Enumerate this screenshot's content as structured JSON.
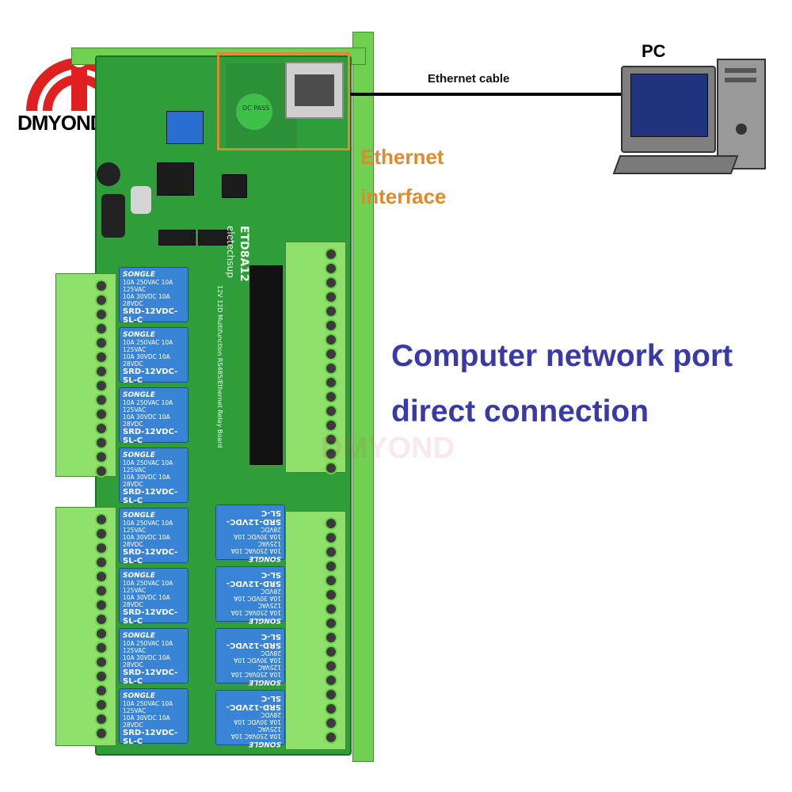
{
  "brand": {
    "logo_text": "DMYOND",
    "watermark_text": "DMYOND",
    "logo_color": "#e02020"
  },
  "board": {
    "model": "ETD8A12",
    "maker": "eletechsup",
    "description": "12V 12D Multifunction RS485/Ethernet Relay Board",
    "relay_brand": "SONGLE",
    "relay_spec_1": "10A 250VAC 10A 125VAC",
    "relay_spec_2": "10A 30VDC 10A 28VDC",
    "relay_model": "SRD-12VDC-SL-C",
    "module_text": "DC PASS"
  },
  "diagram": {
    "pc_label": "PC",
    "cable_label": "Ethernet cable",
    "ethernet_caption_line1": "Ethernet",
    "ethernet_caption_line2": "interface",
    "caption_line1": "Computer network port",
    "caption_line2": "direct connection"
  },
  "colors": {
    "highlight": "#e08a2e",
    "caption": "#3a3aa6",
    "pcb": "#2f9e3a",
    "terminal": "#8ee06a",
    "relay": "#3a84d6"
  }
}
